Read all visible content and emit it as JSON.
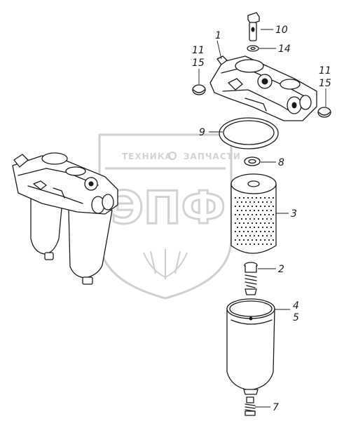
{
  "labels": {
    "l1": "1",
    "l2": "2",
    "l3": "3",
    "l4": "4",
    "l5": "5",
    "l7": "7",
    "l8": "8",
    "l9": "9",
    "l10": "10",
    "l11a": "11",
    "l15a": "15",
    "l11b": "11",
    "l15b": "15",
    "l14": "14"
  },
  "watermark": {
    "top_text": "ТЕХНИКА",
    "top_text_right": "ЗАПЧАСТИ",
    "big_text": "ЭПФ"
  },
  "colors": {
    "line": "#1a1a1a",
    "watermark": "#cfcfcf",
    "background": "#ffffff"
  }
}
